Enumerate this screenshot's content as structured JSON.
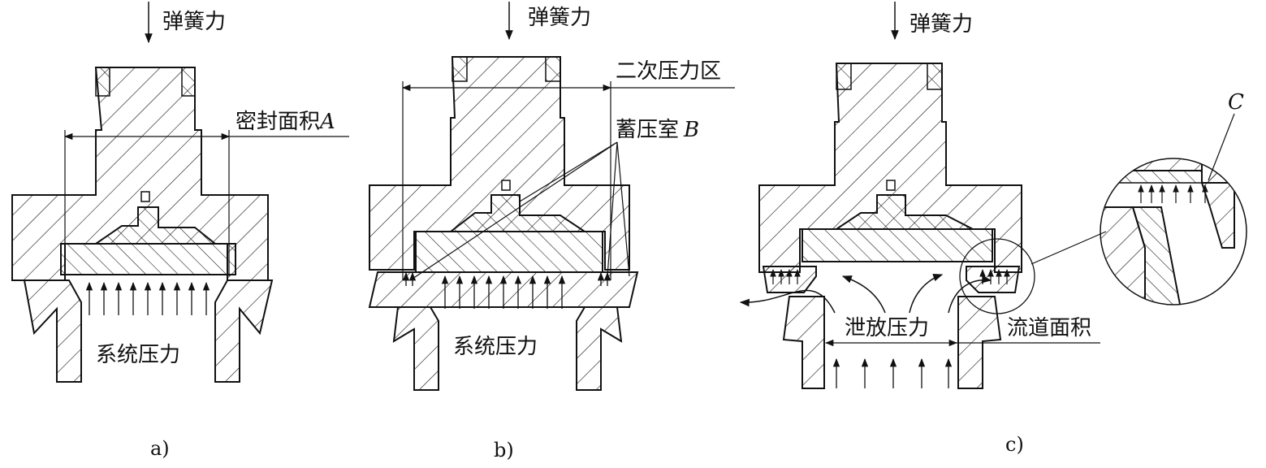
{
  "panels": {
    "a": {
      "caption": "a)",
      "spring_force": "弹簧力",
      "seal_area": "密封面积",
      "seal_area_symbol": "A",
      "system_pressure": "系统压力"
    },
    "b": {
      "caption": "b)",
      "spring_force": "弹簧力",
      "secondary_zone": "二次压力区",
      "accumulator": "蓄压室",
      "accumulator_symbol": "B",
      "system_pressure": "系统压力"
    },
    "c": {
      "caption": "c)",
      "spring_force": "弹簧力",
      "relief_pressure": "泄放压力",
      "flow_area": "流道面积",
      "detail_symbol": "C"
    }
  },
  "colors": {
    "ink": "#111111",
    "paper": "#ffffff"
  }
}
